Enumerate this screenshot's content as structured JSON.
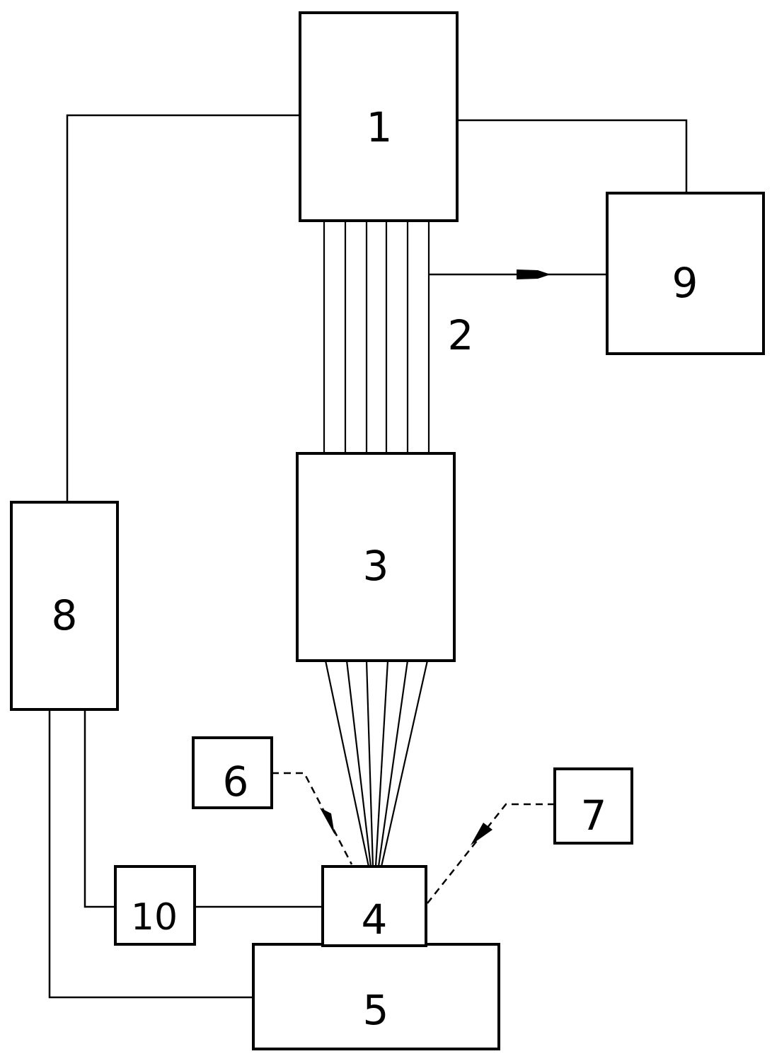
{
  "labels": {
    "block_1": "1",
    "fiber_bundle": "2",
    "block_3": "3",
    "block_4": "4",
    "block_5": "5",
    "block_6": "6",
    "block_7": "7",
    "block_8": "8",
    "block_9": "9",
    "block_10": "10"
  }
}
